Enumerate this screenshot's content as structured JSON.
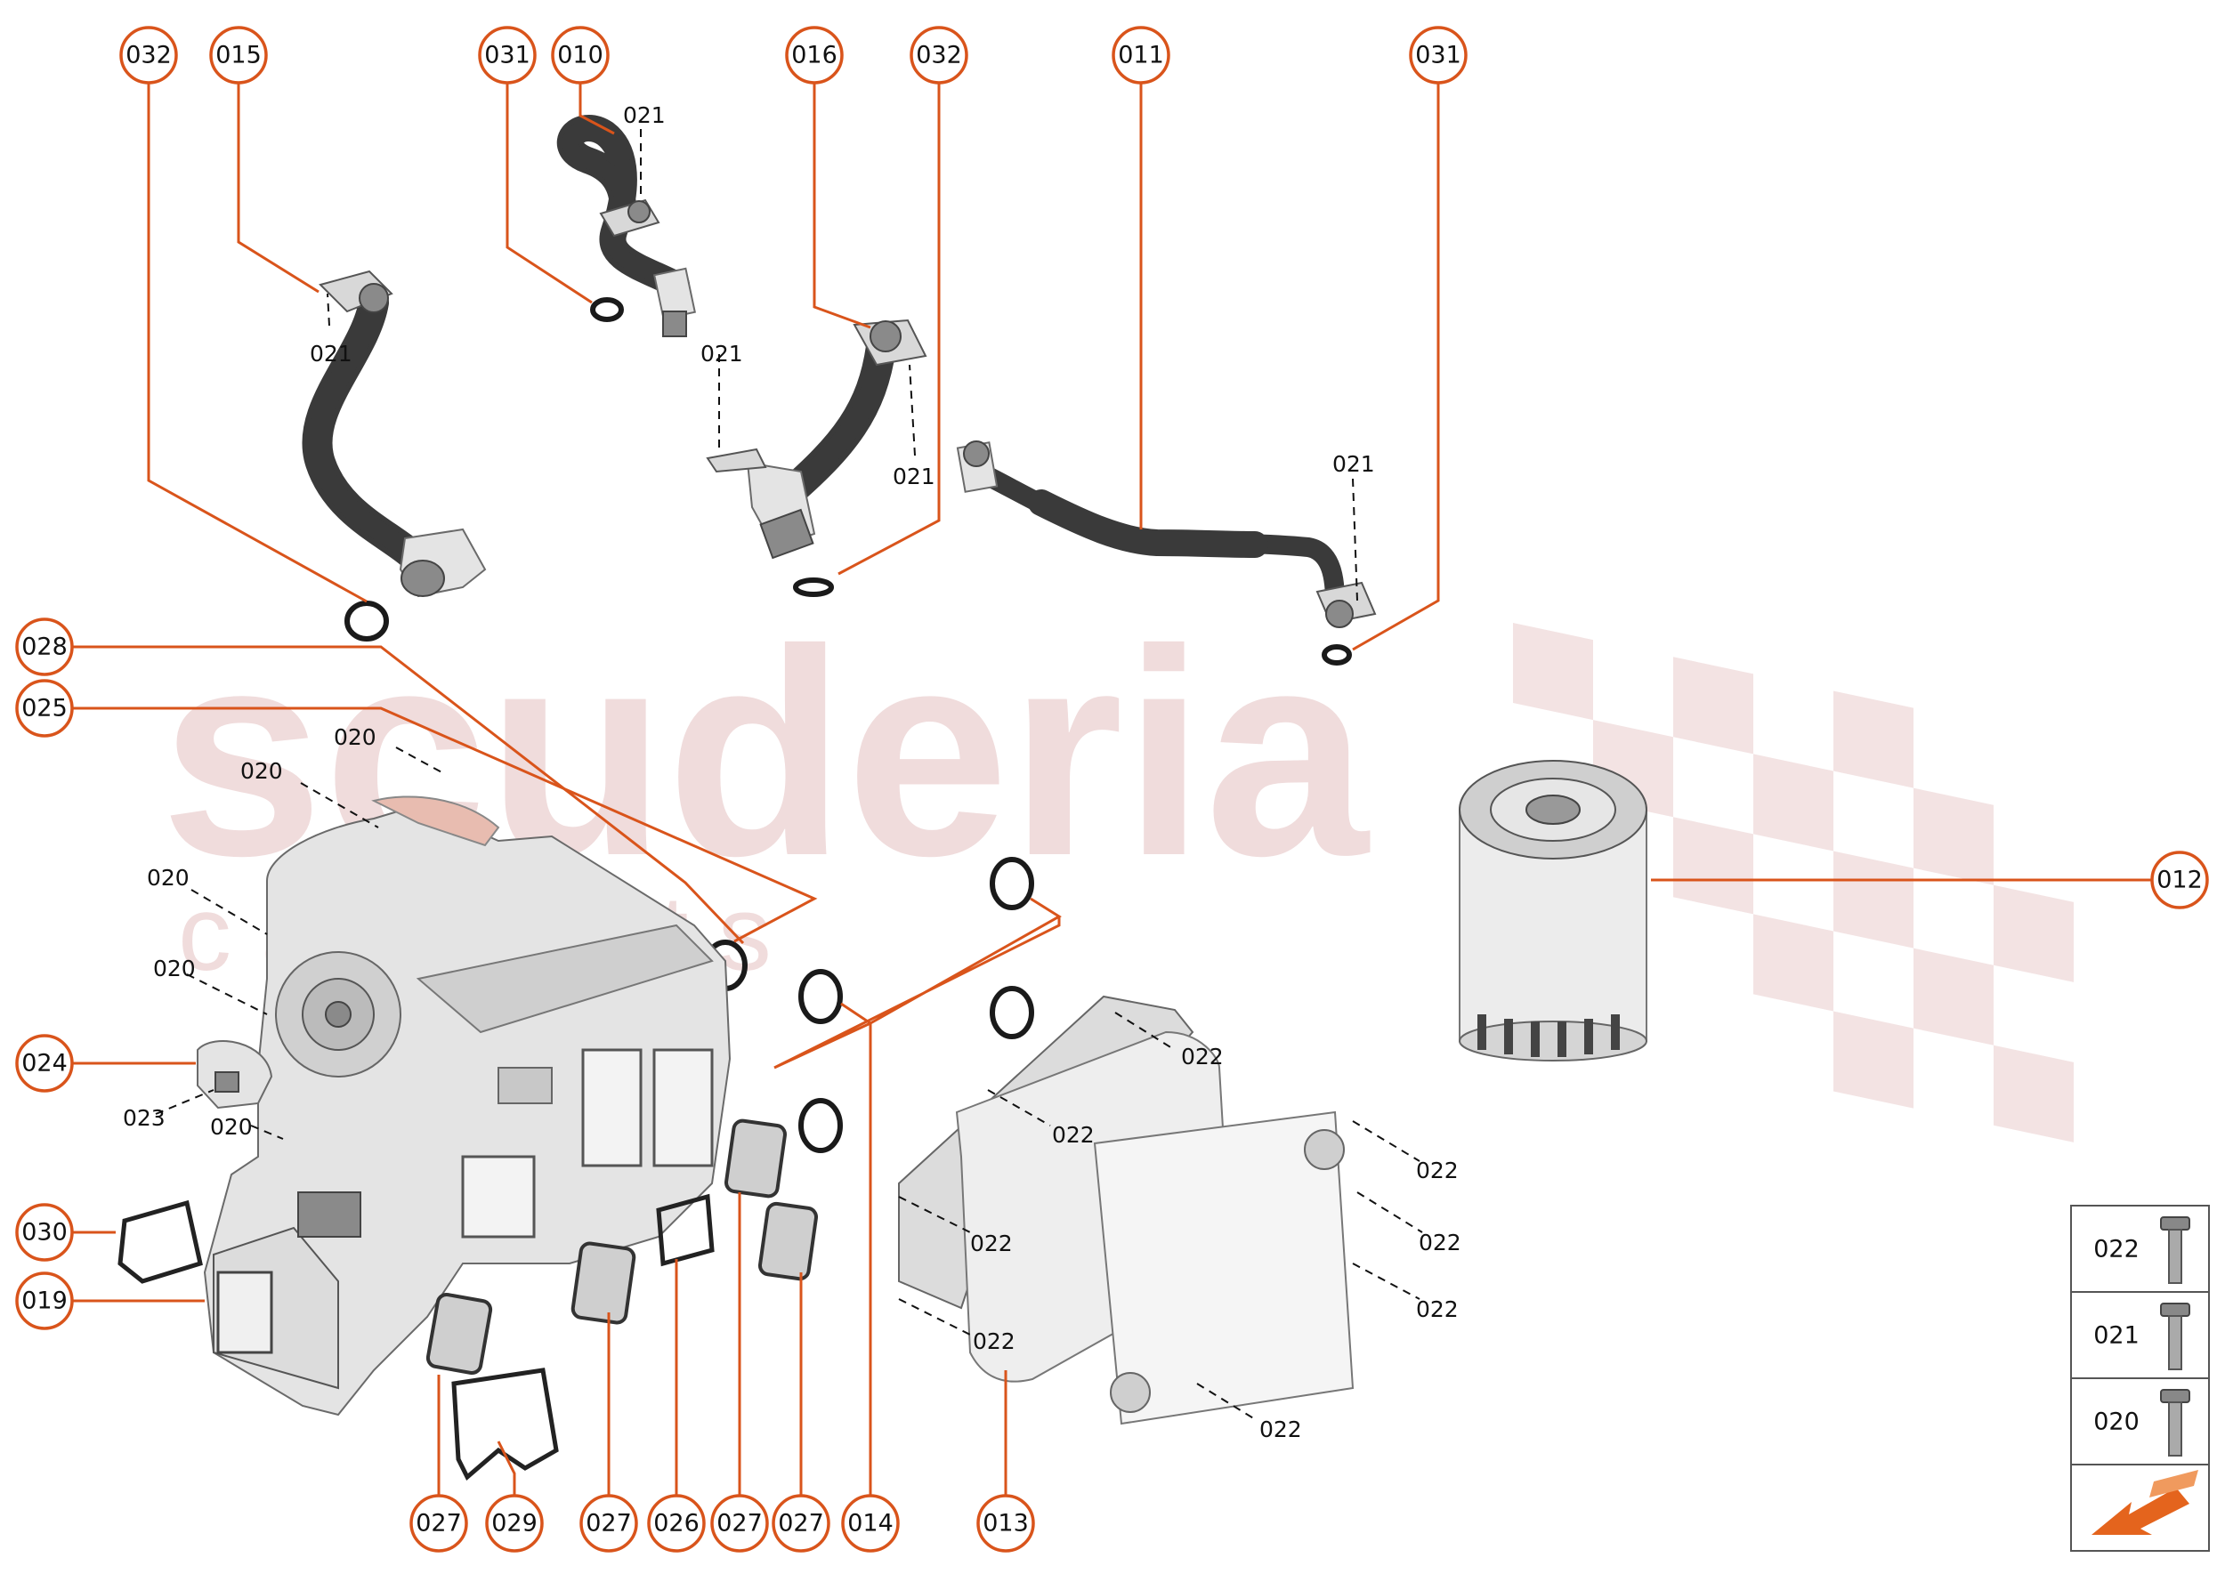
{
  "watermark": {
    "main": "scuderia",
    "sub": "c a r p a r t s"
  },
  "callouts": {
    "c032a": "032",
    "c015": "015",
    "c031a": "031",
    "c010": "010",
    "c016": "016",
    "c032b": "032",
    "c011": "011",
    "c031b": "031",
    "c028": "028",
    "c025": "025",
    "c024": "024",
    "c030": "030",
    "c019": "019",
    "c012": "012",
    "c027a": "027",
    "c029": "029",
    "c027b": "027",
    "c026": "026",
    "c027c": "027",
    "c027d": "027",
    "c014": "014",
    "c013": "013"
  },
  "labels": {
    "l021a": "021",
    "l021b": "021",
    "l021c": "021",
    "l021d": "021",
    "l021e": "021",
    "l020a": "020",
    "l020b": "020",
    "l020c": "020",
    "l020d": "020",
    "l020e": "020",
    "l023": "023",
    "l022a": "022",
    "l022b": "022",
    "l022c": "022",
    "l022d": "022",
    "l022e": "022",
    "l022f": "022",
    "l022g": "022",
    "l022h": "022"
  },
  "legend": [
    {
      "code": "022",
      "icon": "bolt-icon"
    },
    {
      "code": "021",
      "icon": "bolt-icon"
    },
    {
      "code": "020",
      "icon": "bolt-icon"
    }
  ],
  "legend_footer_icon": "direction-arrow-icon",
  "colors": {
    "accent": "#d9541b",
    "watermark": "#f0dcdc"
  }
}
